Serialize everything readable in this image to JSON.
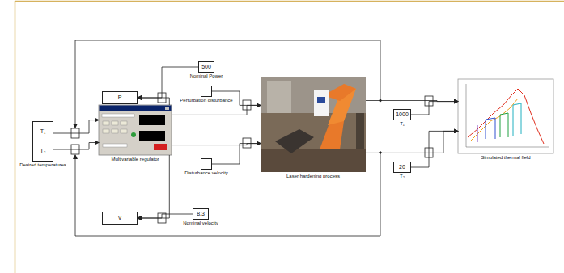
{
  "diagram": {
    "nodes": [
      {
        "text": [
          "T₁",
          "T₂",
          "Desired temperatures"
        ]
      },
      {
        "text": [
          "P"
        ]
      },
      {
        "text": [
          "500",
          "Nominal Power"
        ]
      },
      {
        "text": [
          "Perturbation disturbance"
        ]
      },
      {
        "text": [
          "Multivariable regulator"
        ]
      },
      {
        "text": [
          "Laser hardening process"
        ]
      },
      {
        "text": [
          "V"
        ]
      },
      {
        "text": [
          "8.3",
          "Nominal velocity"
        ]
      },
      {
        "text": [
          "Disturbance velocity"
        ]
      },
      {
        "text": [
          "1000",
          "T₁"
        ]
      },
      {
        "text": [
          "20",
          "T₂"
        ]
      },
      {
        "text": [
          "Simulated thermal field"
        ]
      }
    ],
    "edges": [
      {
        "from": 0,
        "to": 4,
        "arrow": "to"
      },
      {
        "from": 0,
        "to": 4,
        "arrow": "to"
      },
      {
        "from": 2,
        "to": 1,
        "arrow": "to"
      },
      {
        "from": 4,
        "to": 1,
        "arrow": "to"
      },
      {
        "from": 4,
        "to": 5,
        "arrow": "to"
      },
      {
        "from": 3,
        "to": 5,
        "arrow": "to"
      },
      {
        "from": 4,
        "to": 6,
        "arrow": "to"
      },
      {
        "from": 7,
        "to": 6,
        "arrow": "to"
      },
      {
        "from": 4,
        "to": 5,
        "arrow": "to"
      },
      {
        "from": 8,
        "to": 5,
        "arrow": "to"
      },
      {
        "from": 5,
        "to": 11,
        "arrow": "to"
      },
      {
        "from": 9,
        "to": 11,
        "arrow": "to"
      },
      {
        "from": 5,
        "to": 11,
        "arrow": "to"
      },
      {
        "from": 10,
        "to": 11,
        "arrow": "to"
      }
    ]
  }
}
